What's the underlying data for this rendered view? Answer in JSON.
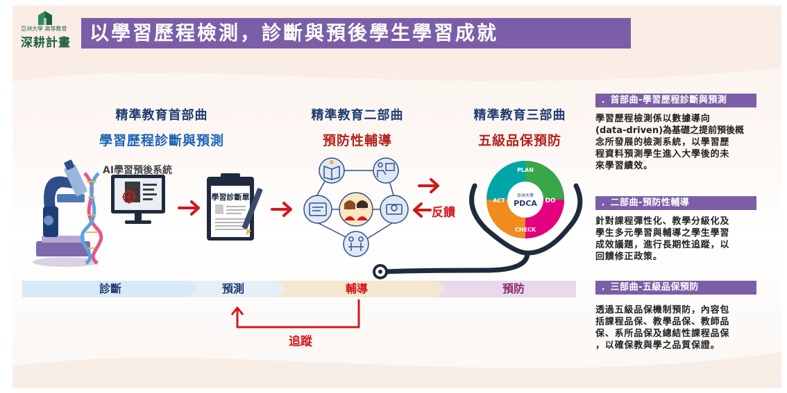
{
  "header": {
    "logo_small": "亞洲大學  高等教育",
    "logo_big": "深耕計畫",
    "title": "以學習歷程檢測，診斷與預後學生學習成就"
  },
  "stages": [
    {
      "title": "精準教育首部曲",
      "subtitle": "學習歷程診斷與預測"
    },
    {
      "title": "精準教育二部曲",
      "subtitle": "預防性輔導"
    },
    {
      "title": "精準教育三部曲",
      "subtitle": "五級品保預防"
    }
  ],
  "ai_system_label": "AI學習預後系統",
  "clipboard_label": "學習診斷單",
  "feedback_label": "反饋",
  "tracking_label": "追蹤",
  "pdca": {
    "center": "PDCA",
    "university": "亞洲大學",
    "plan": "PLAN",
    "do": "DO",
    "check": "CHECK",
    "act": "ACT"
  },
  "timeline": [
    {
      "label": "診斷",
      "color": "#d9eaf7",
      "text_color": "#1f3b73"
    },
    {
      "label": "預測",
      "color": "#e6eef8",
      "text_color": "#1f3b73"
    },
    {
      "label": "輔導",
      "color": "#f5e7cf",
      "text_color": "#d4161c"
    },
    {
      "label": "預防",
      "color": "#e8d9ec",
      "text_color": "#8a2a6a"
    }
  ],
  "sidebar": [
    {
      "heading": "．首部曲-學習歷程診斷與預測",
      "lines": [
        "學習歷程檢測係以數據導向",
        "(data-driven)為基礎之提前預後概",
        "念所發展的檢測系統，以學習歷",
        "程資料預測學生進入大學後的未",
        "來學習績效。"
      ]
    },
    {
      "heading": "．二部曲-預防性輔導",
      "lines": [
        "針對課程彈性化、教學分級化及",
        "學生多元學習與輔導之學生學習",
        "成效議題，進行長期性追蹤，以",
        "回饋修正政策。"
      ]
    },
    {
      "heading": "．三部曲-五級品保預防",
      "lines": [
        "透過五級品保機制預防，內容包",
        "括課程品保、教學品保、教師品",
        "保、系所品保及總結性課程品保",
        "，以確保教與學之品質保證。"
      ]
    }
  ],
  "colors": {
    "accent_purple": "#7b5ea7",
    "arrow_red": "#d4161c",
    "navy": "#1f3b73",
    "plan_green": "#3aa64a",
    "do_magenta": "#e4007f",
    "check_orange": "#f08c1e",
    "act_teal": "#00a5a8"
  },
  "icons": [
    "microscope-icon",
    "dna-icon",
    "monitor-icon",
    "clipboard-icon",
    "book-icon",
    "lecture-icon",
    "students-icon",
    "discussion-icon",
    "document-icon",
    "certificate-icon",
    "stethoscope-icon"
  ]
}
